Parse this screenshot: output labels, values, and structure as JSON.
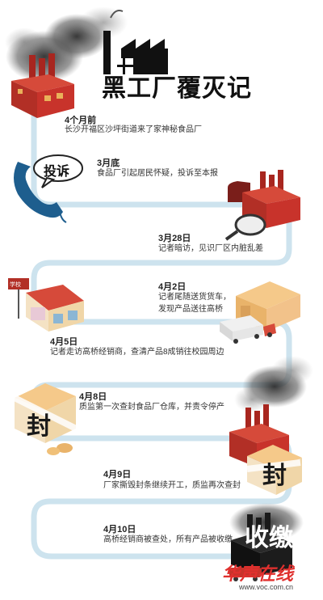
{
  "title": "黑工厂覆灭记",
  "events": [
    {
      "date": "4个月前",
      "text": "长沙开福区沙坪街道来了家神秘食品厂"
    },
    {
      "date": "3月底",
      "text": "食品厂引起居民怀疑，投诉至本报"
    },
    {
      "date": "3月28日",
      "text": "记者暗访，见识厂区内脏乱差"
    },
    {
      "date": "4月2日",
      "text": "记者尾随送货货车，",
      "text2": "发现产品送往高桥"
    },
    {
      "date": "4月5日",
      "text": "记者走访高桥经销商，查清产品8成销往校园周边"
    },
    {
      "date": "4月8日",
      "text": "质监第一次查封食品厂仓库，并责令停产"
    },
    {
      "date": "4月9日",
      "text": "厂家撕毁封条继续开工，质监再次查封"
    },
    {
      "date": "4月10日",
      "text": "高桥经销商被查处，所有产品被收缴"
    }
  ],
  "stamps": {
    "complaint": "投诉",
    "seal_1": "封",
    "seal_2": "封",
    "confiscate": "收缴",
    "school_sign": "学校"
  },
  "watermark": {
    "brand": "华声在线",
    "url": "www.voc.com.cn"
  },
  "colors": {
    "path": "#cde3ee",
    "factory_red": "#c8332b",
    "smoke": "#444444",
    "phone_blue": "#1e5e8e",
    "warehouse": "#f2c98a",
    "title_black": "#111111"
  }
}
